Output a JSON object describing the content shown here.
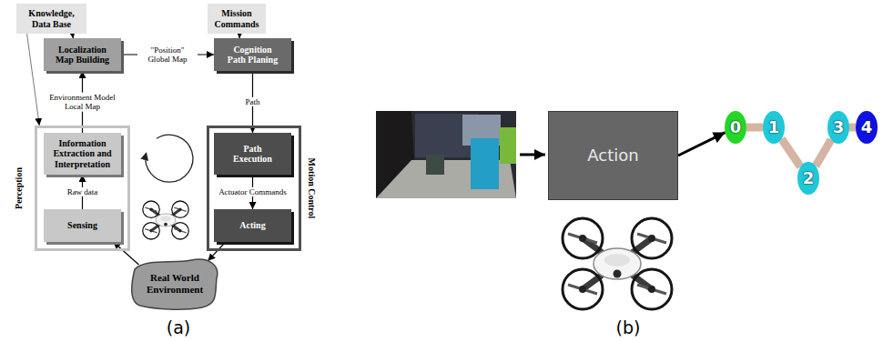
{
  "diagram": {
    "nodes": [
      {
        "text": [
          "Knowledge, Data Base"
        ]
      },
      {
        "text": [
          "Mission Commands"
        ]
      },
      {
        "text": [
          "Localization Map Building"
        ]
      },
      {
        "text": [
          "Cognition Path Planing"
        ]
      },
      {
        "text": [
          "Perception"
        ]
      },
      {
        "text": [
          "Information Extraction and Interpretation"
        ],
        "in": 4
      },
      {
        "text": [
          "Sensing"
        ],
        "in": 4
      },
      {
        "text": [
          "Motion Control"
        ]
      },
      {
        "text": [
          "Path Execution"
        ],
        "in": 7
      },
      {
        "text": [
          "Acting"
        ],
        "in": 7
      },
      {
        "text": [
          "Real World Environment"
        ]
      },
      {
        "text": [
          "Action"
        ]
      },
      {
        "text": [
          "0"
        ]
      },
      {
        "text": [
          "1"
        ]
      },
      {
        "text": [
          "2"
        ]
      },
      {
        "text": [
          "3"
        ]
      },
      {
        "text": [
          "4"
        ]
      }
    ],
    "edges": [
      {
        "from": 0,
        "to": 2,
        "arrow": "to"
      },
      {
        "from": 0,
        "to": 4,
        "arrow": "to"
      },
      {
        "from": 1,
        "to": 3,
        "arrow": "to"
      },
      {
        "from": 2,
        "to": 3,
        "label": "\"Position\" Global Map",
        "arrow": "to"
      },
      {
        "from": 5,
        "to": 2,
        "label": "Environment Model Local Map",
        "arrow": "to"
      },
      {
        "from": 6,
        "to": 5,
        "label": "Raw data",
        "arrow": "to"
      },
      {
        "from": 3,
        "to": 8,
        "label": "Path",
        "arrow": "to"
      },
      {
        "from": 8,
        "to": 9,
        "label": "Actuator Commands",
        "arrow": "to"
      },
      {
        "from": 9,
        "to": 10,
        "arrow": "to"
      },
      {
        "from": 10,
        "to": 6,
        "arrow": "to"
      },
      {
        "from": 11,
        "to": 12,
        "arrow": "to"
      },
      {
        "from": 12,
        "to": 13,
        "arrow": "none"
      },
      {
        "from": 13,
        "to": 14,
        "arrow": "none"
      },
      {
        "from": 14,
        "to": 15,
        "arrow": "none"
      },
      {
        "from": 15,
        "to": 16,
        "arrow": "none"
      }
    ],
    "labels": [
      "(a)",
      "(b)"
    ]
  }
}
